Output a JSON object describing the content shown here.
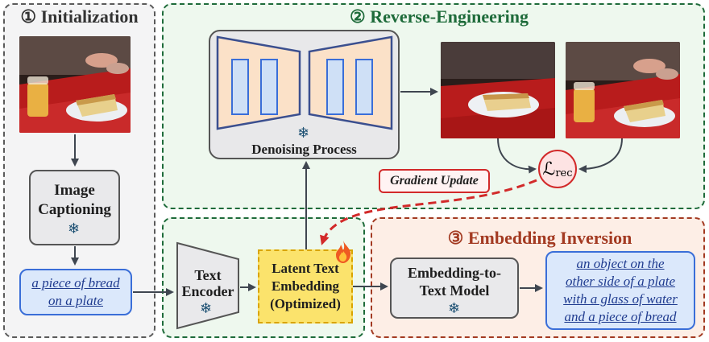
{
  "sections": {
    "initialization": {
      "title": "① Initialization"
    },
    "reverse_engineering": {
      "title": "② Reverse-Engineering"
    },
    "embedding_inversion": {
      "title": "③ Embedding Inversion"
    }
  },
  "nodes": {
    "image_captioning": {
      "line1": "Image",
      "line2": "Captioning"
    },
    "caption": {
      "line1": "a piece of bread",
      "line2": "on a plate"
    },
    "text_encoder": {
      "line1": "Text",
      "line2": "Encoder"
    },
    "latent": {
      "line1": "Latent Text",
      "line2": "Embedding",
      "line3": "(Optimized)"
    },
    "denoising": {
      "label": "Denoising Process"
    },
    "embedding_to_text": {
      "line1": "Embedding-to-",
      "line2": "Text Model"
    },
    "output_text": {
      "line1": "an object on the",
      "line2": "other side of a plate",
      "line3": "with a glass of water",
      "line4": "and a piece of bread"
    },
    "loss": {
      "symbol": "ℒ",
      "subscript": "rec"
    },
    "gradient": {
      "label": "Gradient Update"
    }
  },
  "icons": {
    "frozen": "snowflake-icon",
    "trainable": "fire-icon"
  },
  "colors": {
    "init_border": "#5b5b5b",
    "green_border": "#1e6b3a",
    "green_fill": "#eef8ee",
    "orange_border": "#a33a22",
    "orange_fill": "#fdeee6",
    "caption_fill": "#dbe8fb",
    "caption_border": "#3a6ed8",
    "latent_fill": "#fbe36c",
    "latent_border": "#d9a400",
    "gradient_red": "#d22a2a"
  }
}
